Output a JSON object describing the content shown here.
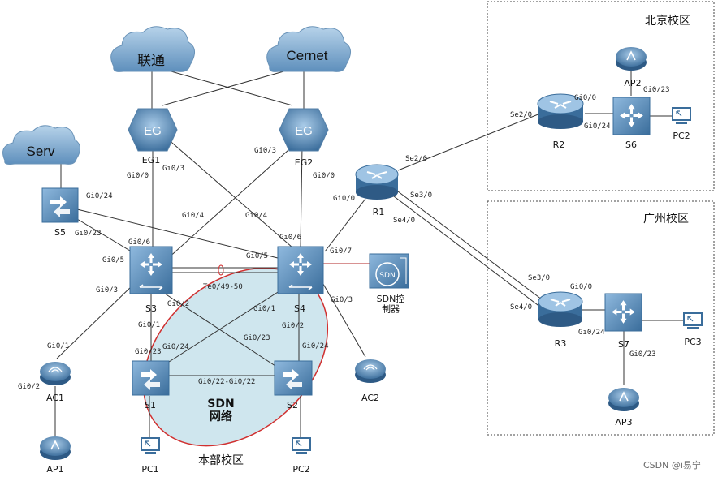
{
  "clouds": {
    "unicom": "联通",
    "cernet": "Cernet",
    "serv": "Serv"
  },
  "devices": {
    "eg1": "EG1",
    "eg2": "EG2",
    "eg_icon": "EG",
    "r1": "R1",
    "r2": "R2",
    "r3": "R3",
    "s1": "S1",
    "s2": "S2",
    "s3": "S3",
    "s4": "S4",
    "s5": "S5",
    "s6": "S6",
    "s7": "S7",
    "ac1": "AC1",
    "ac2": "AC2",
    "ap1": "AP1",
    "ap2": "AP2",
    "ap3": "AP3",
    "pc1": "PC1",
    "pc2": "PC2",
    "pc3": "PC3",
    "sdn_controller": "SDN控\n制器",
    "sdn_icon": "SDN"
  },
  "zones": {
    "beijing": "北京校区",
    "guangzhou": "广州校区",
    "headquarters": "本部校区",
    "sdn_network": "SDN\n网络"
  },
  "ports": {
    "eg1_gi00": "Gi0/0",
    "eg1_gi03": "Gi0/3",
    "eg2_gi03": "Gi0/3",
    "eg2_gi00": "Gi0/0",
    "s5_gi024": "Gi0/24",
    "s5_gi023": "Gi0/23",
    "s3_gi06": "Gi0/6",
    "s3_gi05": "Gi0/5",
    "s3_gi03": "Gi0/3",
    "s3_gi04": "Gi0/4",
    "s3_gi02": "Gi0/2",
    "s3_gi01": "Gi0/1",
    "s4_gi04": "Gi0/4",
    "s4_gi06": "Gi0/6",
    "s4_gi05": "Gi0/5",
    "s4_gi07": "Gi0/7",
    "s4_gi03": "Gi0/3",
    "s4_gi01": "Gi0/1",
    "s4_gi02": "Gi0/2",
    "te": "Te0/49-50",
    "r1_gi00": "Gi0/0",
    "r1_se20": "Se2/0",
    "r1_se30": "Se3/0",
    "r1_se40": "Se4/0",
    "r2_se20": "Se2/0",
    "r2_gi00": "Gi0/0",
    "r2_gi024": "Gi0/24",
    "s6_gi023": "Gi0/23",
    "r3_se30": "Se3/0",
    "r3_se40": "Se4/0",
    "r3_gi00": "Gi0/0",
    "r3_gi024": "Gi0/24",
    "s7_gi023": "Gi0/23",
    "ac1_gi01": "Gi0/1",
    "ac1_gi02": "Gi0/2",
    "s1_gi023": "Gi0/23",
    "s1_gi024": "Gi0/24",
    "s2_gi023": "Gi0/23",
    "s2_gi024": "Gi0/24",
    "s1s2": "Gi0/22-Gi0/22"
  },
  "watermark": "CSDN @i易宁",
  "colors": {
    "device_dark": "#3d6f9c",
    "device_light": "#8db6d9",
    "sdn_fill": "#cfe6ee",
    "sdn_border": "#d03030",
    "link": "#333333",
    "controller_link": "#c05050"
  },
  "icons": [
    "cloud-icon",
    "firewall-icon",
    "router-icon",
    "l3-switch-icon",
    "l2-switch-icon",
    "access-point-icon",
    "pc-icon",
    "sdn-controller-icon"
  ]
}
